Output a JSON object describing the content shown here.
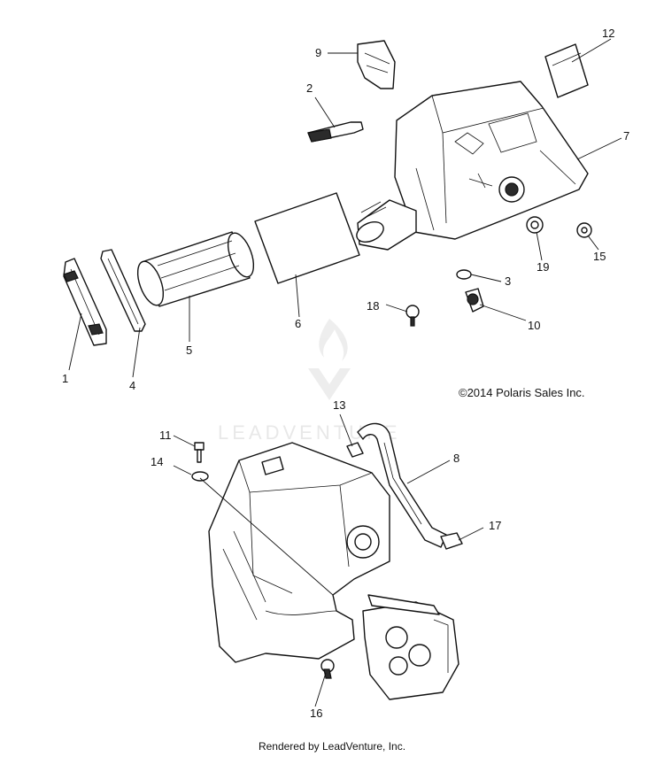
{
  "copyright": "©2014 Polaris Sales Inc.",
  "watermark": "LEADVENTURE",
  "footer": "Rendered by LeadVenture, Inc.",
  "callouts": [
    {
      "id": "1",
      "text": "1"
    },
    {
      "id": "2",
      "text": "2"
    },
    {
      "id": "3",
      "text": "3"
    },
    {
      "id": "4",
      "text": "4"
    },
    {
      "id": "5",
      "text": "5"
    },
    {
      "id": "6",
      "text": "6"
    },
    {
      "id": "7",
      "text": "7"
    },
    {
      "id": "8",
      "text": "8"
    },
    {
      "id": "9",
      "text": "9"
    },
    {
      "id": "10",
      "text": "10"
    },
    {
      "id": "11",
      "text": "11"
    },
    {
      "id": "12",
      "text": "12"
    },
    {
      "id": "13",
      "text": "13"
    },
    {
      "id": "14",
      "text": "14"
    },
    {
      "id": "15",
      "text": "15"
    },
    {
      "id": "16",
      "text": "16"
    },
    {
      "id": "17",
      "text": "17"
    },
    {
      "id": "18",
      "text": "18"
    },
    {
      "id": "19",
      "text": "19"
    }
  ]
}
